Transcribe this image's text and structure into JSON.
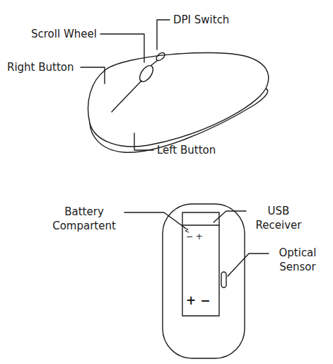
{
  "diagram": {
    "labels": [
      "DPI Switch",
      "Scroll Wheel",
      "Right Button",
      "Left Button",
      "Battery Compartent",
      "USB Receiver",
      "Optical Sensor",
      "− +",
      "+ −"
    ]
  }
}
